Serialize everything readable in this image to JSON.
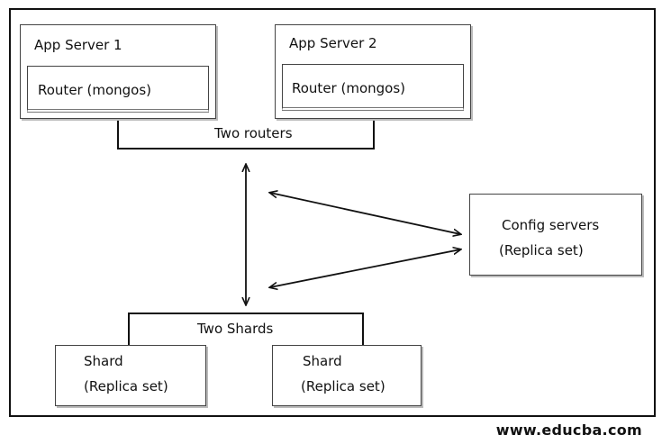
{
  "app_server_1": {
    "title": "App Server 1",
    "router": "Router (mongos)"
  },
  "app_server_2": {
    "title": "App Server 2",
    "router": "Router (mongos)"
  },
  "routers_label": "Two routers",
  "config": {
    "line1": "Config servers",
    "line2": "(Replica set)"
  },
  "shards_label": "Two Shards",
  "shard_1": {
    "line1": "Shard",
    "line2": "(Replica set)"
  },
  "shard_2": {
    "line1": "Shard",
    "line2": "(Replica set)"
  },
  "footer": "www.educba.com"
}
